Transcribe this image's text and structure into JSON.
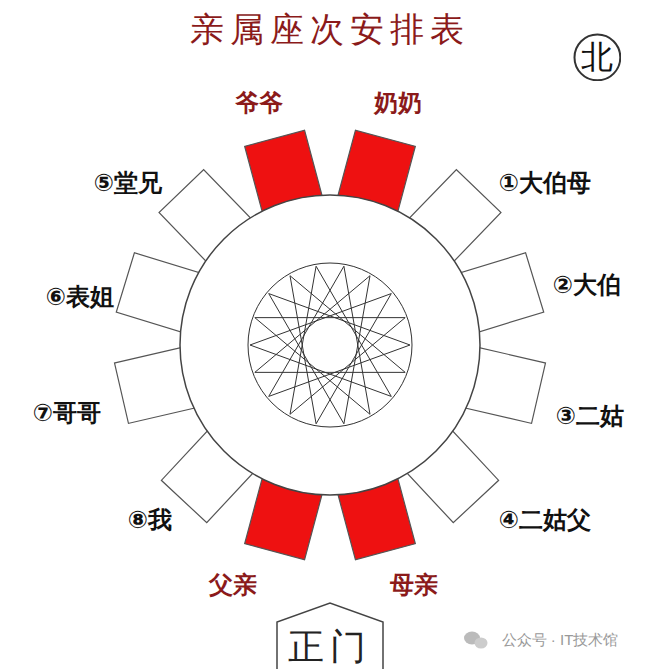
{
  "diagram": {
    "title": "亲属座次安排表",
    "nodes": [
      {
        "text": [
          "北"
        ]
      },
      {
        "text": [
          "爷爷"
        ]
      },
      {
        "text": [
          "奶奶"
        ]
      },
      {
        "text": [
          "⑤堂兄"
        ]
      },
      {
        "text": [
          "①大伯母"
        ]
      },
      {
        "text": [
          "⑥表姐"
        ]
      },
      {
        "text": [
          "②大伯"
        ]
      },
      {
        "text": [
          "⑦哥哥"
        ]
      },
      {
        "text": [
          "③二姑"
        ]
      },
      {
        "text": [
          "⑧我"
        ]
      },
      {
        "text": [
          "④二姑父"
        ]
      },
      {
        "text": [
          "父亲"
        ]
      },
      {
        "text": [
          "母亲"
        ]
      },
      {
        "text": [
          "正门"
        ]
      }
    ],
    "labels": [
      "公众号 · IT技术馆"
    ]
  }
}
